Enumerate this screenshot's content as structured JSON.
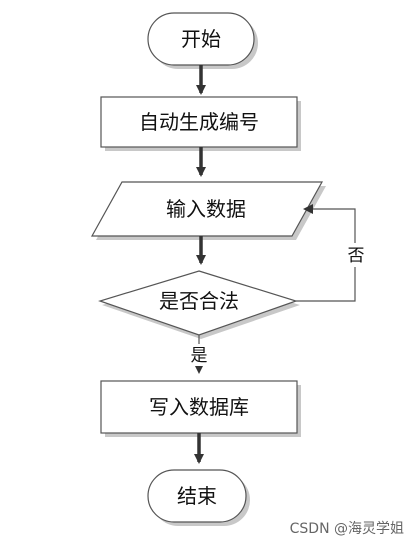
{
  "flowchart": {
    "nodes": {
      "start": "开始",
      "auto_id": "自动生成编号",
      "input": "输入数据",
      "decision": "是否合法",
      "write_db": "写入数据库",
      "end": "结束"
    },
    "edges": {
      "no_label": "否",
      "yes_label": "是"
    }
  },
  "watermark": "CSDN @海灵学姐",
  "colors": {
    "stroke": "#555555",
    "shadow": "#c8c8c8",
    "arrow": "#333333",
    "text": "#111111"
  }
}
